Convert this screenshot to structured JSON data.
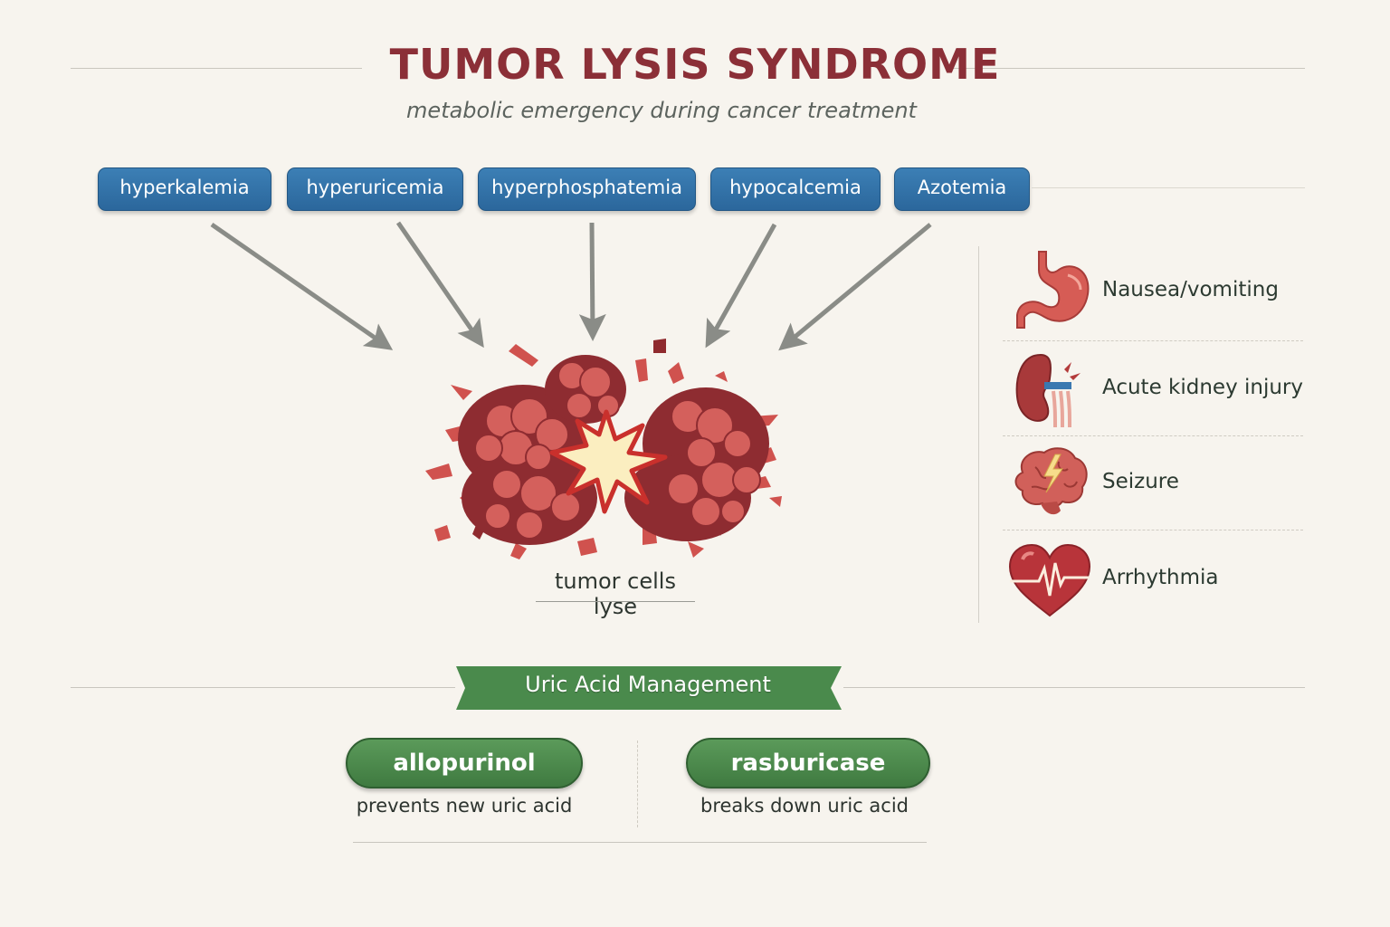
{
  "header": {
    "title": "TUMOR LYSIS SYNDROME",
    "subtitle": "metabolic emergency during cancer treatment"
  },
  "abnormalities": [
    {
      "label": "hyperkalemia",
      "icon": "none"
    },
    {
      "label": "hyperuricemia",
      "icon": "none"
    },
    {
      "label": "hyperphosphatemia",
      "icon": "none"
    },
    {
      "label": "hypocalcemia",
      "icon": "none"
    },
    {
      "label": "Azotemia",
      "icon": "none"
    }
  ],
  "center": {
    "caption": "tumor cells lyse",
    "illustration": "exploding-tumor-cells-icon"
  },
  "symptoms": [
    {
      "label": "Nausea/vomiting",
      "icon": "stomach-icon"
    },
    {
      "label": "Acute kidney injury",
      "icon": "kidney-icon"
    },
    {
      "label": "Seizure",
      "icon": "brain-lightning-icon"
    },
    {
      "label": "Arrhythmia",
      "icon": "heart-ecg-icon"
    }
  ],
  "management": {
    "banner": "Uric Acid Management",
    "drugs": [
      {
        "name": "allopurinol",
        "description": "prevents new uric acid"
      },
      {
        "name": "rasburicase",
        "description": "breaks down uric acid"
      }
    ]
  },
  "colors": {
    "title": "#8b2f37",
    "pill_blue": "#2e6fa6",
    "arrow_gray": "#8a8c87",
    "banner_green": "#4a8a4c",
    "organ_red": "#c0504d"
  }
}
